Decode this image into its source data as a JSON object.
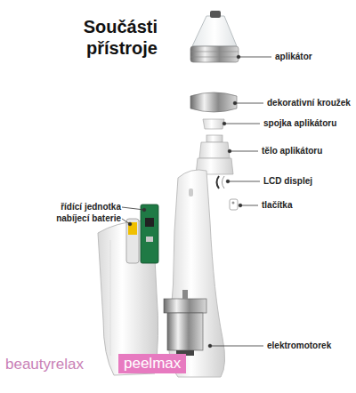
{
  "diagram": {
    "title": "Součásti přístroje",
    "nodes": [
      {
        "text": [
          "peelmax"
        ]
      }
    ],
    "labels": [
      "aplikátor",
      "dekorativní kroužek",
      "spojka aplikátoru",
      "tělo aplikátoru",
      "LCD displej",
      "tlačítka",
      "řídící jednotka",
      "nabíjecí baterie",
      "elektromotorek",
      "beautyrelax"
    ]
  }
}
